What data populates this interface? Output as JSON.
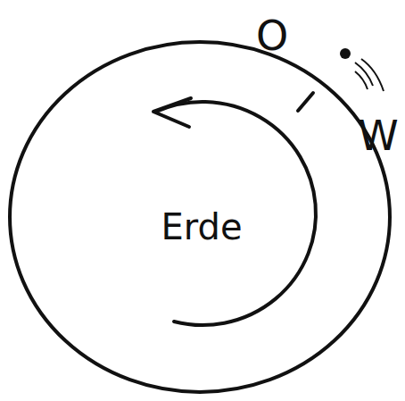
{
  "diagram": {
    "nodes": [
      {
        "text": [
          "Erde"
        ]
      }
    ],
    "labels": [
      "O",
      "W"
    ]
  }
}
